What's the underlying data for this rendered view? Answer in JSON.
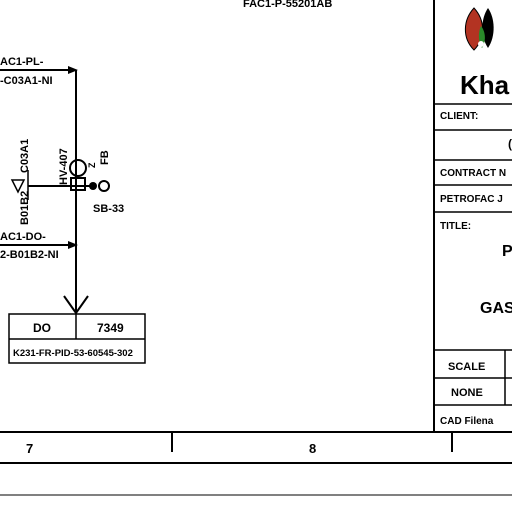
{
  "top_label": "FAC1-P-55201AB",
  "left_line_top": {
    "line1": "AC1-PL-",
    "line2": "-C03A1-NI"
  },
  "left_line_bottom": {
    "line1": "AC1-DO-",
    "line2": "2-B01B2-NI"
  },
  "vertical_specs": {
    "spec_a": "C03A1",
    "spec_b": "B01B2"
  },
  "instrument": {
    "tag": "HV-407",
    "suffix": "Z",
    "fail_position": "FB"
  },
  "spool": {
    "label": "SB-33"
  },
  "offpage": {
    "service": "DO",
    "number": "7349",
    "drawing_ref": "K231-FR-PID-53-60545-302"
  },
  "title_block": {
    "company_partial": "Kha",
    "client_label": "CLIENT:",
    "client_value_partial": "(",
    "contract_label": "CONTRACT N",
    "petrofac_label": "PETROFAC J",
    "title_label": "TITLE:",
    "title_line1_partial": "P",
    "title_line2_partial": "GAS",
    "scale_label": "SCALE",
    "scale_value": "NONE",
    "cad_label": "CAD Filena"
  },
  "grid_columns": [
    "7",
    "8"
  ]
}
